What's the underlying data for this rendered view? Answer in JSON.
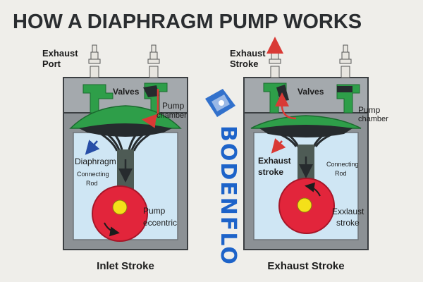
{
  "title": "HOW A DIAPHRAGM PUMP WORKS",
  "left": {
    "caption": "Inlet Stroke",
    "exhaust_port_label": [
      "Exhaust",
      "Port"
    ],
    "valves_label": "Valves",
    "pump_chamber_label": [
      "Pump",
      "chamber"
    ],
    "diaphragm_label": "Diaphragm",
    "connecting_rod_label": [
      "Connecting",
      "Rod"
    ],
    "pump_eccentric_label": [
      "Pump",
      "eccentric"
    ]
  },
  "right": {
    "caption": "Exhaust Stroke",
    "exhaust_stroke_top_label": [
      "Exhaust",
      "Stroke"
    ],
    "valves_label": "Valves",
    "pump_chamber_label": [
      "Pump",
      "chamber"
    ],
    "exhaust_stroke_mid_label": [
      "Exhaust",
      "stroke"
    ],
    "connecting_rod_label": [
      "Connecting",
      "Rod"
    ],
    "exhaust_stroke_low_label": [
      "Exxlaust",
      "stroke"
    ]
  },
  "watermark": {
    "text": "BODENFLO"
  },
  "colors": {
    "housing_gray": "#8c9195",
    "chamber_blue": "#cfe6f4",
    "green": "#2e9e49",
    "dark": "#262b2e",
    "rod": "#4e5b55",
    "eccentric_red": "#e2253b",
    "eccentric_yellow": "#f4e019",
    "arrow_red": "#d93a35",
    "arrow_blue": "#274ea7",
    "logo_blue": "#1d63c9"
  },
  "icons": [
    "spark-plug-connector-icon",
    "flow-arrow-icon",
    "rotation-arrow-icon",
    "bodenflo-logo-icon"
  ]
}
